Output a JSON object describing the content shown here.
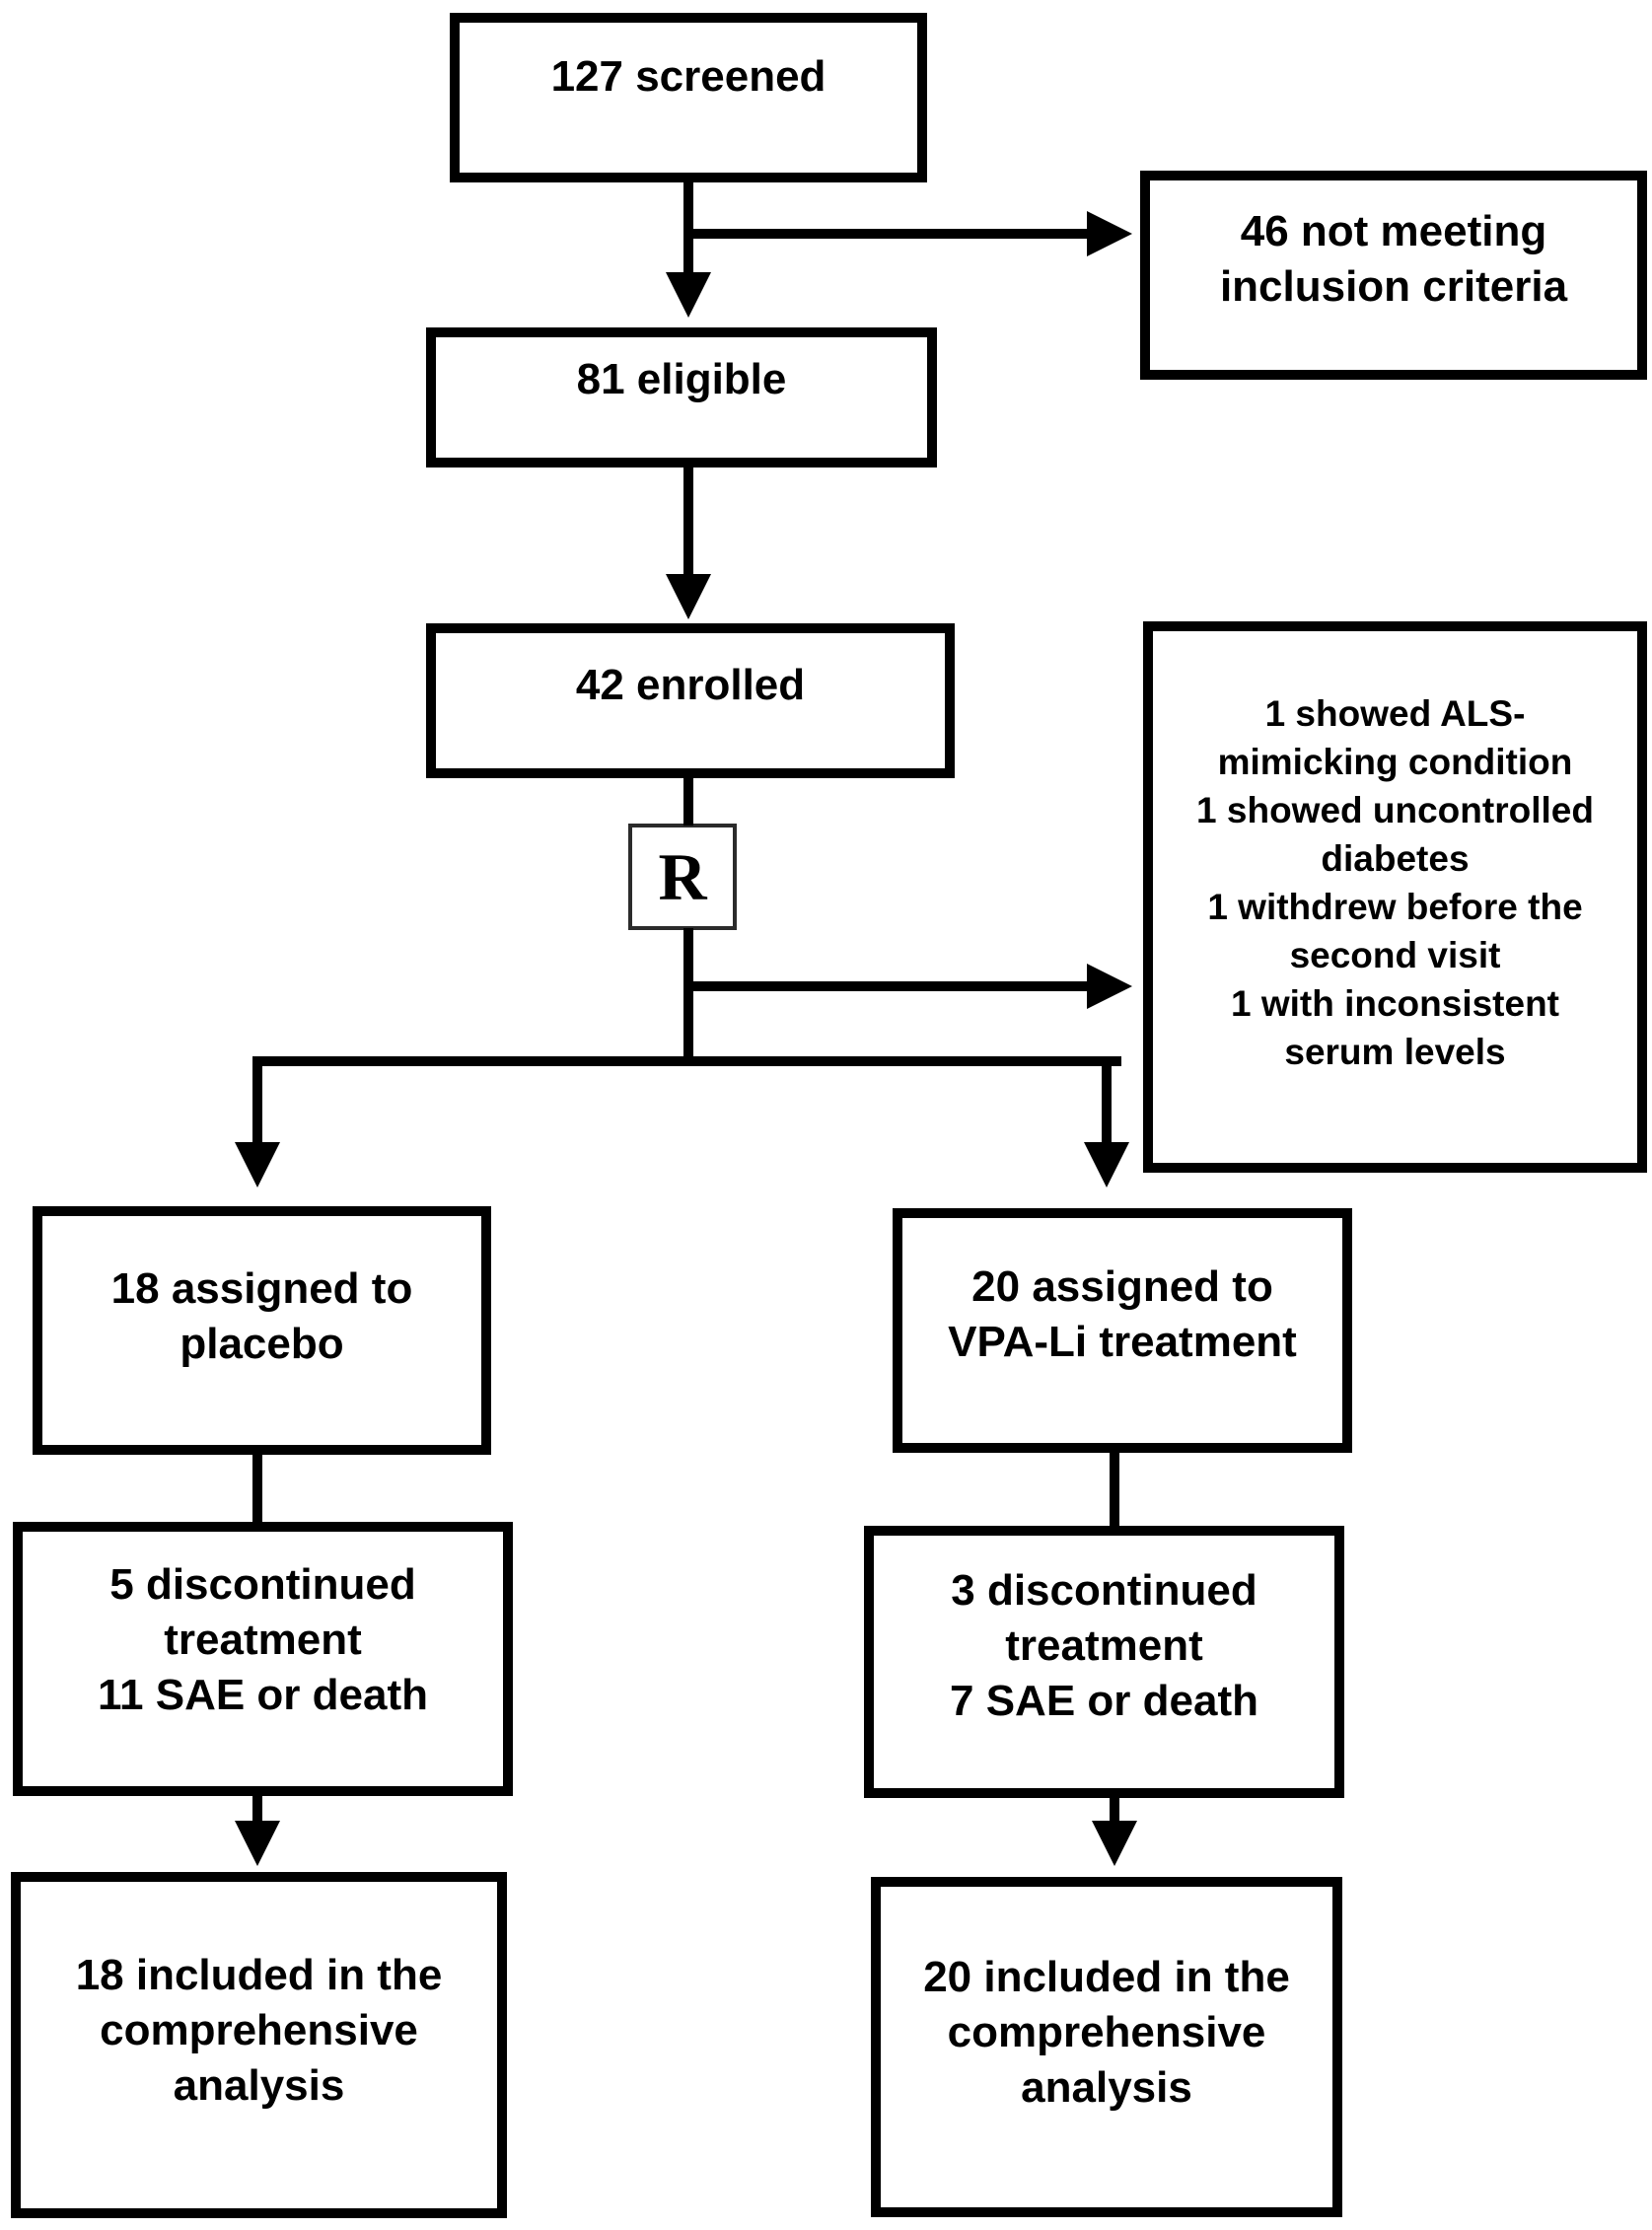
{
  "flowchart": {
    "screened": {
      "label": "127 screened"
    },
    "not_meeting_criteria": {
      "label": "46 not meeting\ninclusion criteria"
    },
    "eligible": {
      "label": "81 eligible"
    },
    "enrolled": {
      "label": "42 enrolled"
    },
    "randomization": {
      "label": "R"
    },
    "exclusions": {
      "label": "1 showed ALS-\nmimicking condition\n1 showed uncontrolled\ndiabetes\n1 withdrew before the\nsecond visit\n1 with inconsistent\nserum levels"
    },
    "placebo_arm": {
      "assigned": {
        "label": "18 assigned to\nplacebo"
      },
      "discontinued": {
        "label": "5 discontinued\ntreatment\n11 SAE or death"
      },
      "analysis": {
        "label": "18 included in the\ncomprehensive\nanalysis"
      }
    },
    "vpa_li_arm": {
      "assigned": {
        "label": "20 assigned to\nVPA-Li treatment"
      },
      "discontinued": {
        "label": "3 discontinued\ntreatment\n7 SAE or death"
      },
      "analysis": {
        "label": "20 included in the\ncomprehensive\nanalysis"
      }
    }
  },
  "colors": {
    "line": "#000000",
    "text": "#000000",
    "background": "#ffffff",
    "randomization_box_border": "#2b2b2b"
  }
}
